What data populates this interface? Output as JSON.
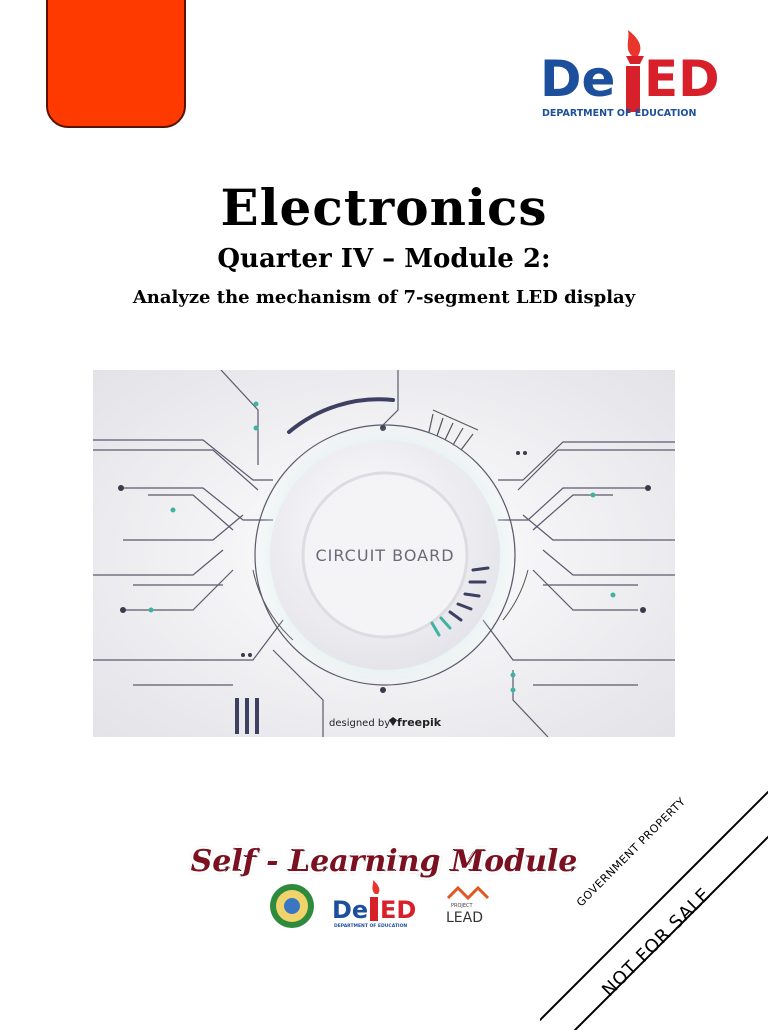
{
  "header": {
    "logo_main": "DepED",
    "logo_sub": "DEPARTMENT OF EDUCATION"
  },
  "cover": {
    "title": "Electronics",
    "subtitle": "Quarter IV – Module 2:",
    "description": "Analyze the mechanism of 7-segment LED display"
  },
  "image": {
    "label": "CIRCUIT BOARD",
    "credit_prefix": "designed by",
    "credit_brand": "freepik"
  },
  "footer": {
    "module_type": "Self - Learning Module",
    "logo_deped": "DepED",
    "logo_deped_sub": "DEPARTMENT OF EDUCATION",
    "logo_lead_small": "PROJECT",
    "logo_lead": "LEAD"
  },
  "stamp": {
    "line1": "GOVERNMENT PROPERTY",
    "line2": "NOT FOR SALE"
  },
  "colors": {
    "red_tab": "#ff3a00",
    "deped_blue": "#1c4f9c",
    "deped_red": "#d8202b",
    "teal": "#3fb3a3"
  }
}
